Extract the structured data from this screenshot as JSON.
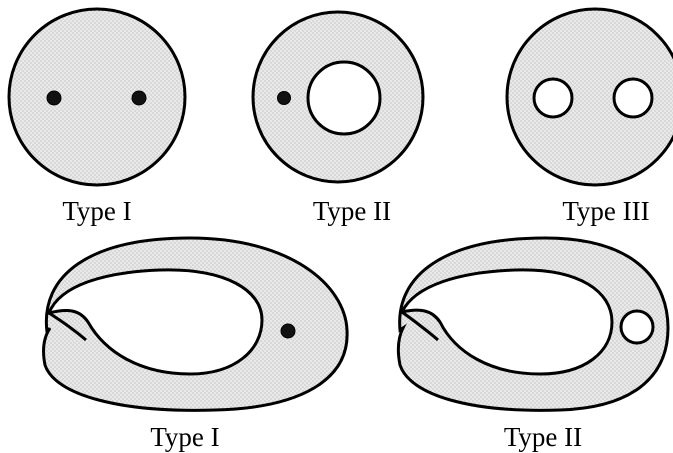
{
  "colors": {
    "fill": "#e9e9e9",
    "stipple": "#9a9a9a",
    "stroke": "#000000",
    "hole": "#ffffff",
    "puncture": "#111111"
  },
  "figures": {
    "disk_two_punctures": {
      "label": "Type I"
    },
    "annulus_one_puncture": {
      "label": "Type II"
    },
    "disk_two_holes": {
      "label": "Type III"
    },
    "mobius_one_puncture": {
      "label": "Type I"
    },
    "mobius_one_hole": {
      "label": "Type II"
    }
  }
}
